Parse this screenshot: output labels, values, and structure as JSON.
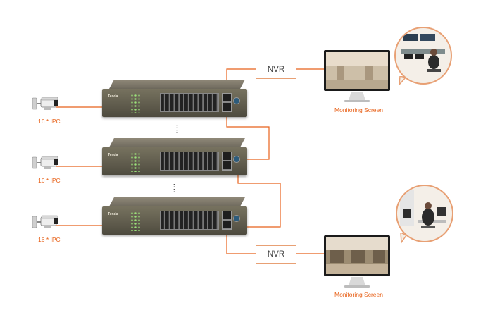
{
  "nvr_boxes": [
    {
      "label": "NVR"
    },
    {
      "label": "NVR"
    }
  ],
  "cameras": [
    {
      "label": "16 * IPC"
    },
    {
      "label": "16 * IPC"
    },
    {
      "label": "16 * IPC"
    }
  ],
  "monitors": [
    {
      "label": "Monitoring Screen"
    },
    {
      "label": "Monitoring Screen"
    }
  ],
  "switches": [
    {
      "brand": "Tenda"
    },
    {
      "brand": "Tenda"
    },
    {
      "brand": "Tenda"
    }
  ],
  "colors": {
    "link": "#e8621a",
    "switch_body": "#5f5b4c",
    "port_led": "#9be27a"
  },
  "icons": [
    "ip-camera-icon",
    "poe-switch-icon",
    "monitor-icon",
    "operator-bubble-icon"
  ]
}
